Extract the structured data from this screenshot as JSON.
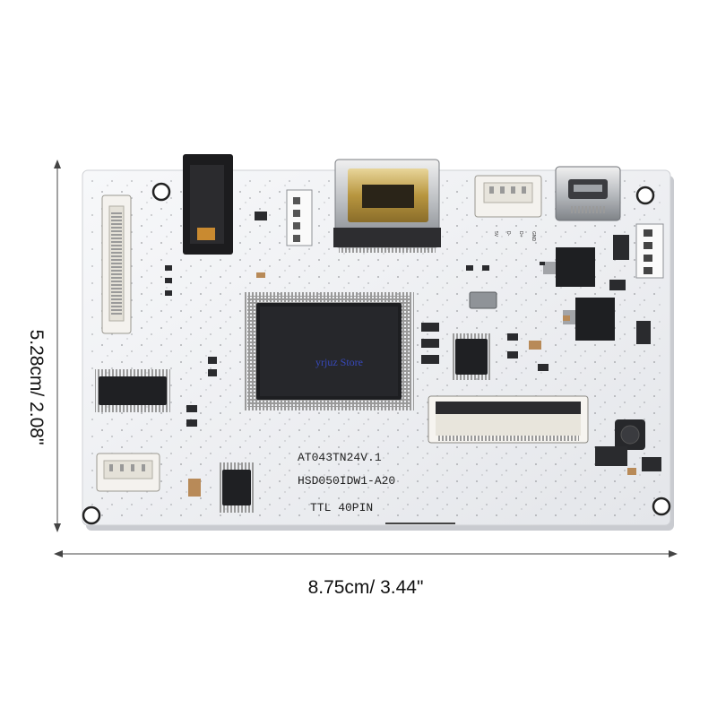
{
  "dimensions": {
    "height_label": "5.28cm/ 2.08\"",
    "width_label": "8.75cm/ 3.44\""
  },
  "board": {
    "silkscreen_model_1": "AT043TN24V.1",
    "silkscreen_model_2": "HSD050IDW1-A20",
    "silkscreen_interface": "TTL  40PIN",
    "usb_pin_labels": [
      "5V",
      "D-",
      "D+",
      "GND"
    ],
    "color": "#f2f3f5"
  },
  "watermark": "yrjuz Store"
}
